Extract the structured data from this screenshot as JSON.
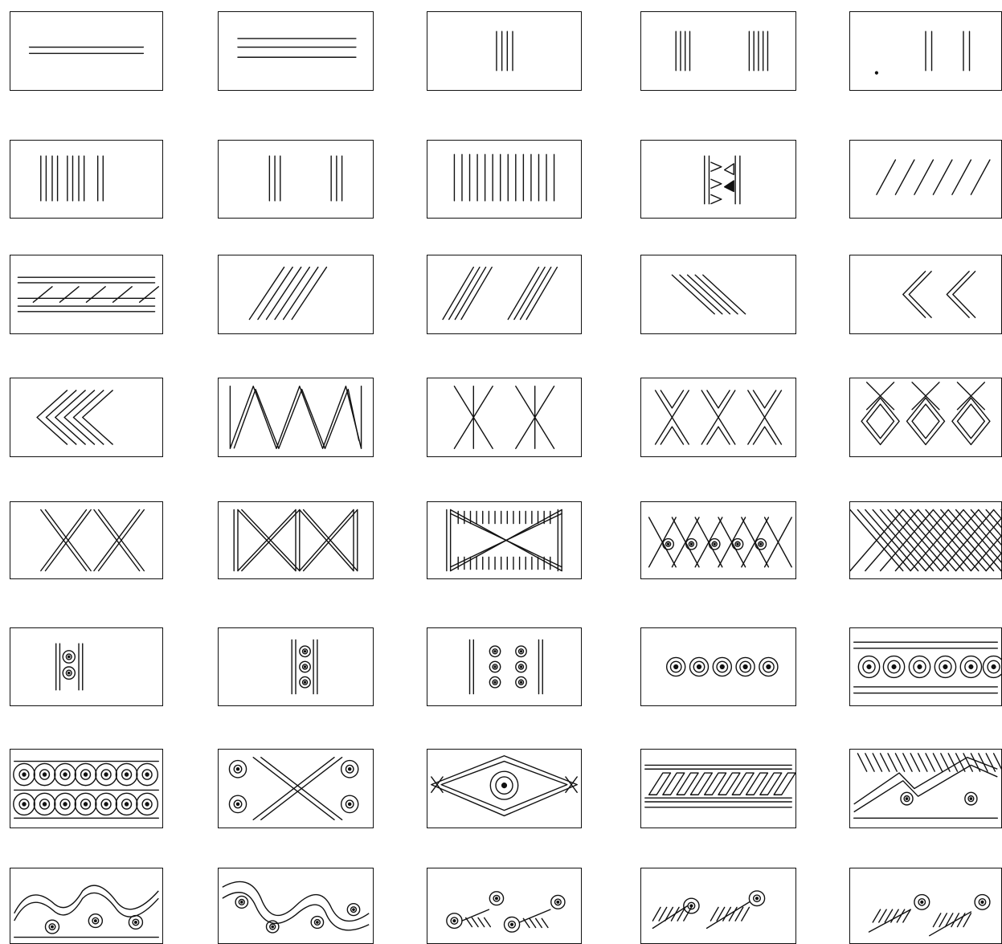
{
  "sheet": {
    "title": "",
    "colors": {
      "ink": "#111111",
      "paper": "#ffffff"
    },
    "motifs": [
      "double-horizontal-lines",
      "triple-horizontal-lines",
      "four-vertical-strokes",
      "two-groups-of-vertical-strokes",
      "two-pairs-of-vertical-strokes",
      "paired-vertical-strokes",
      "two-triple-vertical-groups",
      "dense-vertical-strokes",
      "vertical-band-with-triangles",
      "diagonal-strokes",
      "band-with-diagonal-hatching",
      "parallel-diagonal-strokes",
      "two-groups-of-diagonals",
      "descending-diagonals",
      "two-chevrons",
      "nested-chevrons",
      "zigzag",
      "two-asterisk-crosses",
      "three-bowtie-crosses",
      "lattice-crosses",
      "two-double-crosses",
      "framed-double-crosses",
      "hatched-framed-cross",
      "crosses-with-ring-dots",
      "dense-crosshatch",
      "two-ring-dots-between-lines",
      "three-ring-dots-between-lines",
      "two-columns-of-ring-dots",
      "row-of-concentric-circles",
      "banded-concentric-circles",
      "double-row-of-ring-dots",
      "cross-with-corner-circles",
      "eye-diamond-motif",
      "hatched-braid-band",
      "stepped-hatching-with-circles",
      "wave-scroll-with-eyes",
      "interlaced-scroll-with-eyes",
      "circle-and-comb-motif",
      "comb-and-circle-motif",
      "comb-with-circles"
    ]
  }
}
